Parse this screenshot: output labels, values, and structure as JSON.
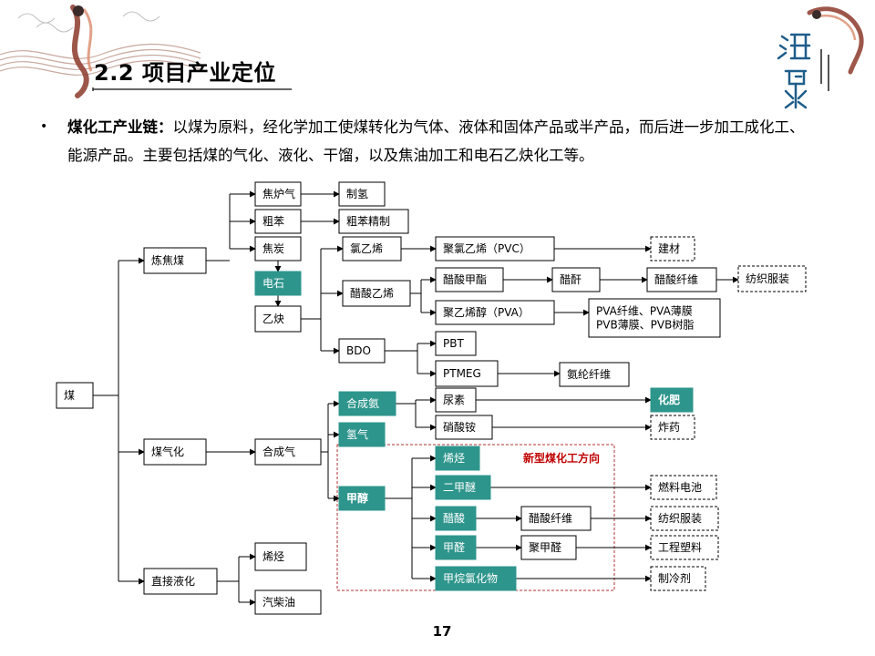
{
  "header": {
    "title": "2.2 项目产业定位"
  },
  "intro": {
    "bullet": "•",
    "lead": "煤化工产业链：",
    "text": "以煤为原料，经化学加工使煤转化为气体、液体和固体产品或半产品，而后进一步加工成化工、能源产品。主要包括煤的气化、液化、干馏，以及焦油加工和电石乙炔化工等。"
  },
  "colors": {
    "teal": "#2e958c",
    "red": "#c00000"
  },
  "diagram": {
    "nodes": [
      {
        "id": "coal",
        "label": "煤"
      },
      {
        "id": "coking-coal",
        "label": "炼焦煤"
      },
      {
        "id": "gasification",
        "label": "煤气化"
      },
      {
        "id": "liquefaction",
        "label": "直接液化"
      },
      {
        "id": "coke-gas",
        "label": "焦炉气"
      },
      {
        "id": "crude-benzene",
        "label": "粗苯"
      },
      {
        "id": "coke",
        "label": "焦炭"
      },
      {
        "id": "carbide",
        "label": "电石",
        "style": "teal"
      },
      {
        "id": "acetylene",
        "label": "乙炔"
      },
      {
        "id": "hydrogen-production",
        "label": "制氢"
      },
      {
        "id": "benzene-refining",
        "label": "粗苯精制"
      },
      {
        "id": "vinyl-chloride",
        "label": "氯乙烯"
      },
      {
        "id": "vinyl-acetate",
        "label": "醋酸乙烯"
      },
      {
        "id": "bdo",
        "label": "BDO"
      },
      {
        "id": "pvc",
        "label": "聚氯乙烯（PVC）"
      },
      {
        "id": "building-materials",
        "label": "建材",
        "style": "dashed"
      },
      {
        "id": "methyl-acetate",
        "label": "醋酸甲酯"
      },
      {
        "id": "anhydride",
        "label": "醋酐"
      },
      {
        "id": "acetate-fiber-1",
        "label": "醋酸纤维"
      },
      {
        "id": "textiles-1",
        "label": "纺织服装",
        "style": "dashed"
      },
      {
        "id": "pva",
        "label": "聚乙烯醇（PVA）"
      },
      {
        "id": "pva-products",
        "label": "PVA纤维、PVA薄膜\nPVB薄膜、PVB树脂"
      },
      {
        "id": "pbt",
        "label": "PBT"
      },
      {
        "id": "ptmeg",
        "label": "PTMEG"
      },
      {
        "id": "spandex",
        "label": "氨纶纤维"
      },
      {
        "id": "syngas",
        "label": "合成气"
      },
      {
        "id": "synthetic-ammonia",
        "label": "合成氨",
        "style": "teal"
      },
      {
        "id": "hydrogen",
        "label": "氢气",
        "style": "teal"
      },
      {
        "id": "methanol",
        "label": "甲醇",
        "style": "teal",
        "bold": true
      },
      {
        "id": "urea",
        "label": "尿素"
      },
      {
        "id": "fertilizer",
        "label": "化肥",
        "style": "teal",
        "bold": true
      },
      {
        "id": "ammonium-nitrate",
        "label": "硝酸铵"
      },
      {
        "id": "explosives",
        "label": "炸药",
        "style": "dashed"
      },
      {
        "id": "olefins-new",
        "label": "烯烃",
        "style": "teal"
      },
      {
        "id": "dme",
        "label": "二甲醚",
        "style": "teal"
      },
      {
        "id": "acetic-acid",
        "label": "醋酸",
        "style": "teal"
      },
      {
        "id": "formaldehyde",
        "label": "甲醛",
        "style": "teal"
      },
      {
        "id": "chloromethane",
        "label": "甲烷氯化物",
        "style": "teal"
      },
      {
        "id": "fuel-cell",
        "label": "燃料电池",
        "style": "dashed"
      },
      {
        "id": "acetate-fiber-2",
        "label": "醋酸纤维"
      },
      {
        "id": "textiles-2",
        "label": "纺织服装",
        "style": "dashed"
      },
      {
        "id": "polyoxymethylene",
        "label": "聚甲醛"
      },
      {
        "id": "engineering-plastics",
        "label": "工程塑料",
        "style": "dashed"
      },
      {
        "id": "refrigerant",
        "label": "制冷剂",
        "style": "dashed"
      },
      {
        "id": "olefins-liq",
        "label": "烯烃"
      },
      {
        "id": "diesel",
        "label": "汽柴油"
      }
    ],
    "region_label": "新型煤化工方向"
  },
  "page_number": "17"
}
